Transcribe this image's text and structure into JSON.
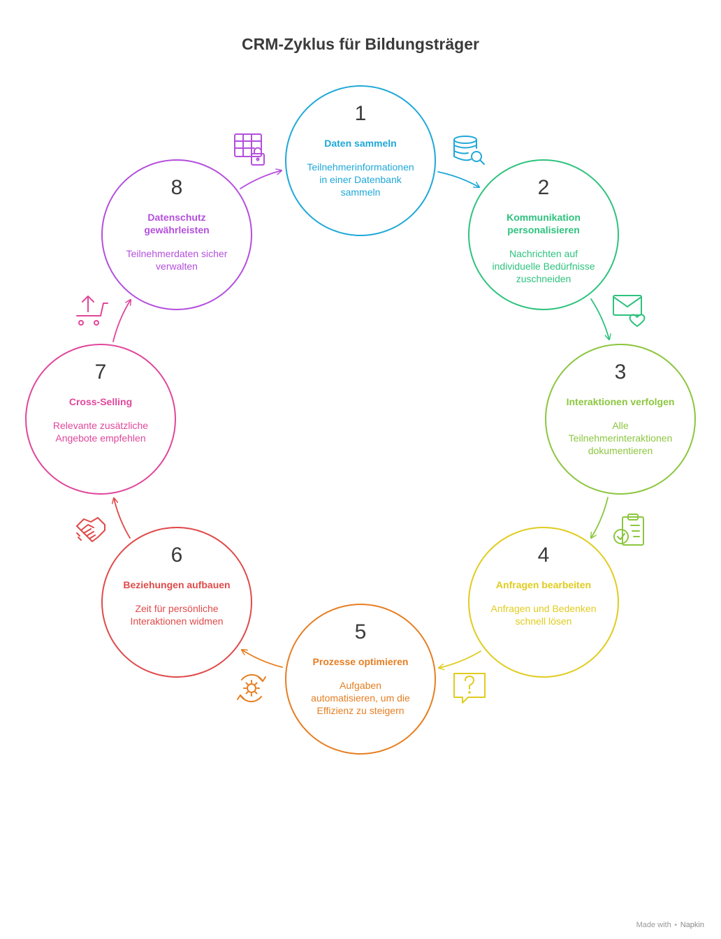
{
  "title": "CRM-Zyklus für Bildungsträger",
  "footer": {
    "made_with": "Made with",
    "brand": "Napkin"
  },
  "steps": [
    {
      "number": "1",
      "title": [
        "Daten sammeln"
      ],
      "desc": [
        "Teilnehmerinformationen",
        "in einer Datenbank",
        "sammeln"
      ],
      "color": "#1fa8d8",
      "icon": "database-search-icon"
    },
    {
      "number": "2",
      "title": [
        "Kommunikation",
        "personalisieren"
      ],
      "desc": [
        "Nachrichten auf",
        "individuelle Bedürfnisse",
        "zuschneiden"
      ],
      "color": "#2ec27e",
      "icon": "mail-heart-icon"
    },
    {
      "number": "3",
      "title": [
        "Interaktionen verfolgen"
      ],
      "desc": [
        "Alle",
        "Teilnehmerinteraktionen",
        "dokumentieren"
      ],
      "color": "#8cc63f",
      "icon": "clipboard-check-icon"
    },
    {
      "number": "4",
      "title": [
        "Anfragen bearbeiten"
      ],
      "desc": [
        "Anfragen und Bedenken",
        "schnell lösen"
      ],
      "color": "#e0cc1f",
      "icon": "question-bubble-icon"
    },
    {
      "number": "5",
      "title": [
        "Prozesse optimieren"
      ],
      "desc": [
        "Aufgaben",
        "automatisieren, um die",
        "Effizienz zu steigern"
      ],
      "color": "#e67e22",
      "icon": "gear-cycle-icon"
    },
    {
      "number": "6",
      "title": [
        "Beziehungen aufbauen"
      ],
      "desc": [
        "Zeit für persönliche",
        "Interaktionen widmen"
      ],
      "color": "#e04a4a",
      "icon": "handshake-icon"
    },
    {
      "number": "7",
      "title": [
        "Cross-Selling"
      ],
      "desc": [
        "Relevante zusätzliche",
        "Angebote empfehlen"
      ],
      "color": "#e0479b",
      "icon": "cart-upload-icon"
    },
    {
      "number": "8",
      "title": [
        "Datenschutz",
        "gewährleisten"
      ],
      "desc": [
        "Teilnehmerdaten sicher",
        "verwalten"
      ],
      "color": "#b44fdc",
      "icon": "table-lock-icon"
    }
  ]
}
